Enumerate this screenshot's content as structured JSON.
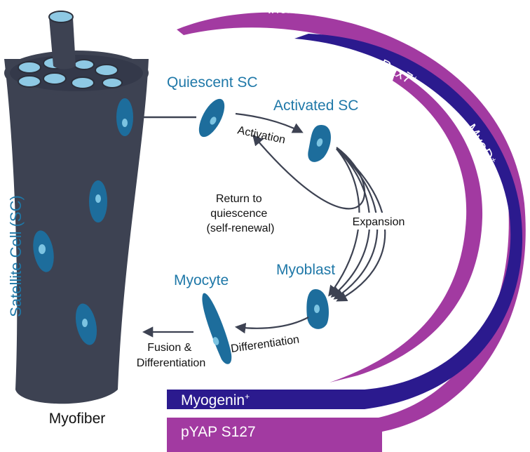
{
  "colors": {
    "fiber": "#3d4252",
    "fiber_top": "#8ec9e4",
    "cell": "#1d6d9c",
    "cell_highlight": "#7cc4e2",
    "label_blue": "#1f78a8",
    "magenta": "#a23aa1",
    "indigo": "#2b1a8e",
    "arrow": "#3d4252"
  },
  "labels": {
    "myofiber": "Myofiber",
    "satellite_cell": "Satellite Cell (SC)",
    "quiescent_sc": "Quiescent SC",
    "activated_sc": "Activated SC",
    "myoblast": "Myoblast",
    "myocyte": "Myocyte",
    "activation": "Activation",
    "return_line1": "Return to",
    "return_line2": "quiescence",
    "return_line3": "(self-renewal)",
    "expansion": "Expansion",
    "differentiation": "Differentiation",
    "fusion_line1": "Fusion &",
    "fusion_line2": "Differentiation"
  },
  "bands": {
    "yap": "increased YAP expression",
    "pax7": "Pax7",
    "pax7_sup": "+",
    "myod": "MyoD",
    "myod_sup": "+",
    "myogenin": "Myogenin",
    "myogenin_sup": "+",
    "pyap": "pYAP S127"
  }
}
